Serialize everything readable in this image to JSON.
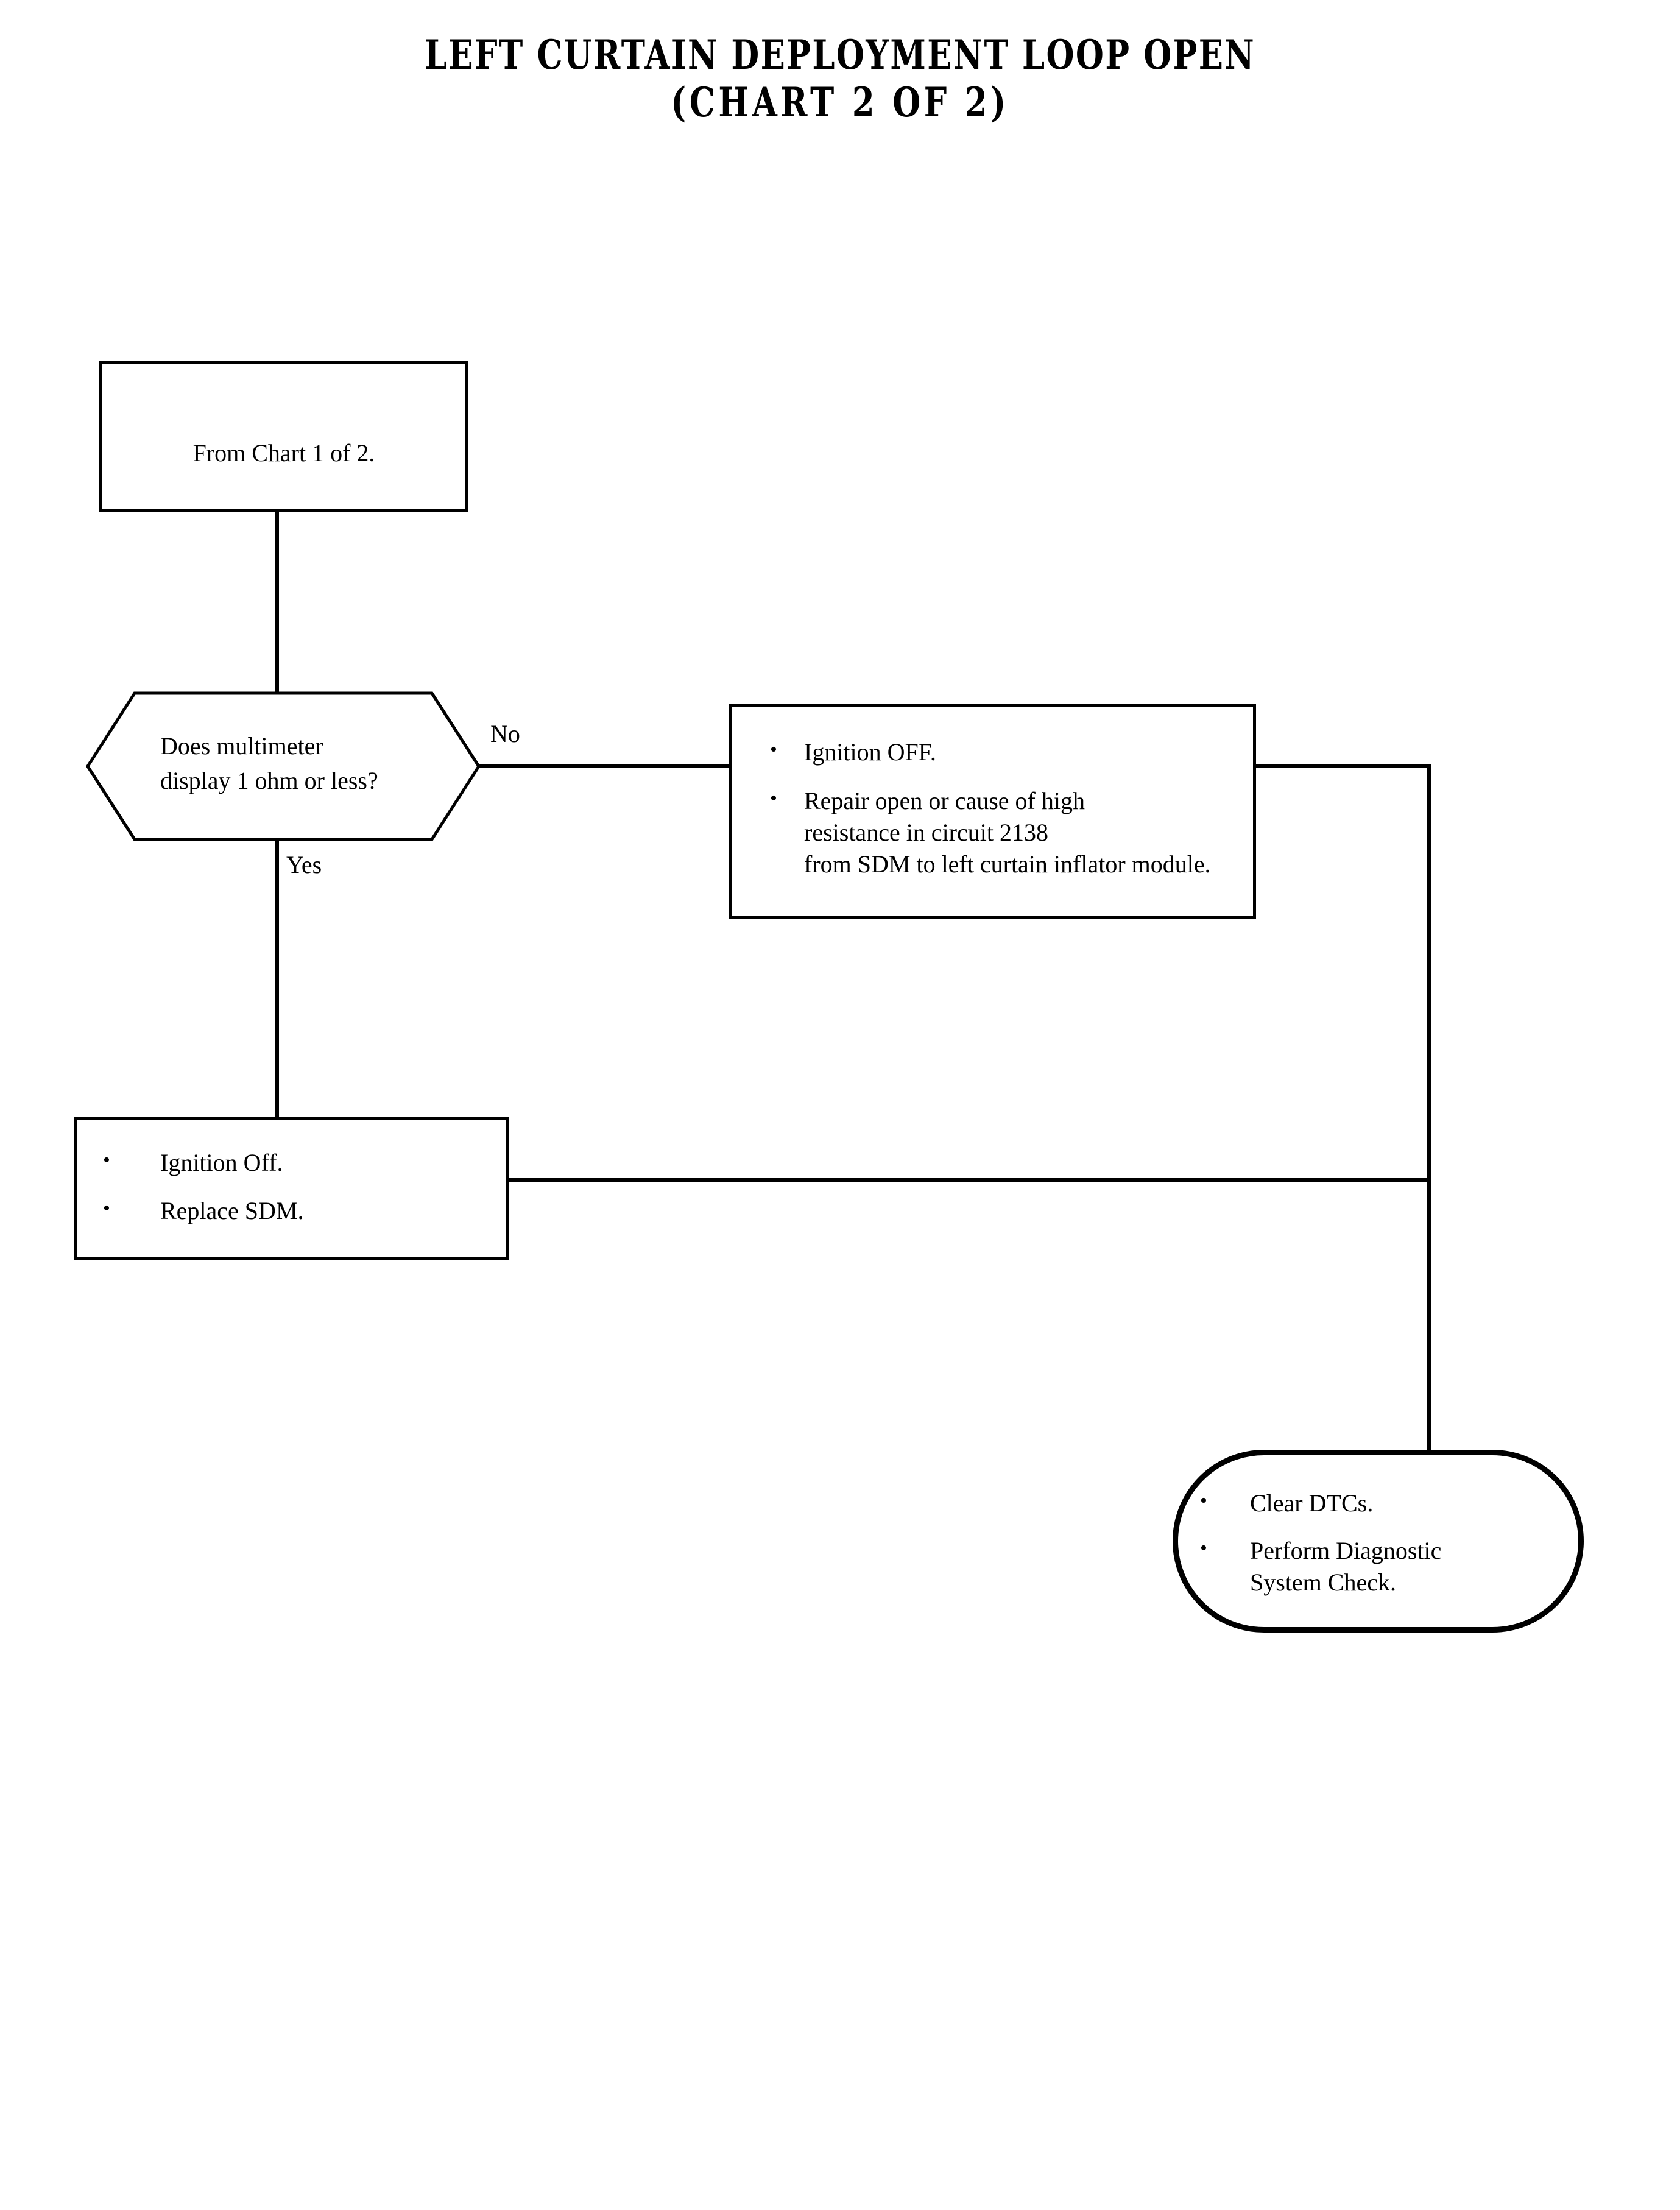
{
  "title": {
    "line1": "LEFT CURTAIN DEPLOYMENT LOOP OPEN",
    "line2": "(CHART 2 OF 2)"
  },
  "chart_data": {
    "type": "diagram",
    "diagram_kind": "flowchart",
    "title": "LEFT CURTAIN DEPLOYMENT LOOP OPEN (CHART 2 OF 2)",
    "nodes": [
      {
        "id": "from-chart",
        "shape": "rectangle",
        "text": "From Chart 1 of 2."
      },
      {
        "id": "decision",
        "shape": "hexagon",
        "text": "Does multimeter\ndisplay 1 ohm or less?"
      },
      {
        "id": "repair",
        "shape": "rectangle",
        "bullets": [
          "Ignition OFF.",
          "Repair open or cause of high\nresistance in circuit 2138\nfrom SDM to left curtain inflator module."
        ]
      },
      {
        "id": "replace-sdm",
        "shape": "rectangle",
        "bullets": [
          "Ignition Off.",
          "Replace SDM."
        ]
      },
      {
        "id": "terminator",
        "shape": "rounded-rectangle",
        "bullets": [
          "Clear DTCs.",
          "Perform Diagnostic\nSystem Check."
        ]
      }
    ],
    "edges": [
      {
        "from": "from-chart",
        "to": "decision",
        "label": ""
      },
      {
        "from": "decision",
        "to": "repair",
        "label": "No"
      },
      {
        "from": "decision",
        "to": "replace-sdm",
        "label": "Yes"
      },
      {
        "from": "repair",
        "to": "terminator",
        "label": ""
      },
      {
        "from": "replace-sdm",
        "to": "terminator",
        "label": ""
      }
    ],
    "labels": {
      "no": "No",
      "yes": "Yes"
    },
    "colors": {
      "stroke": "#000000",
      "background": "#ffffff",
      "text": "#000000"
    }
  },
  "nodes": {
    "from_chart": {
      "text": "From Chart 1 of 2."
    },
    "decision": {
      "text": "Does multimeter\ndisplay 1 ohm or less?"
    },
    "repair": {
      "bullet1": "Ignition OFF.",
      "bullet2": "Repair open or cause of high\nresistance in circuit 2138\nfrom SDM to left curtain inflator module."
    },
    "replace_sdm": {
      "bullet1": "Ignition Off.",
      "bullet2": "Replace SDM."
    },
    "terminator": {
      "bullet1": "Clear DTCs.",
      "bullet2": "Perform Diagnostic\nSystem Check."
    }
  },
  "labels": {
    "no": "No",
    "yes": "Yes"
  }
}
